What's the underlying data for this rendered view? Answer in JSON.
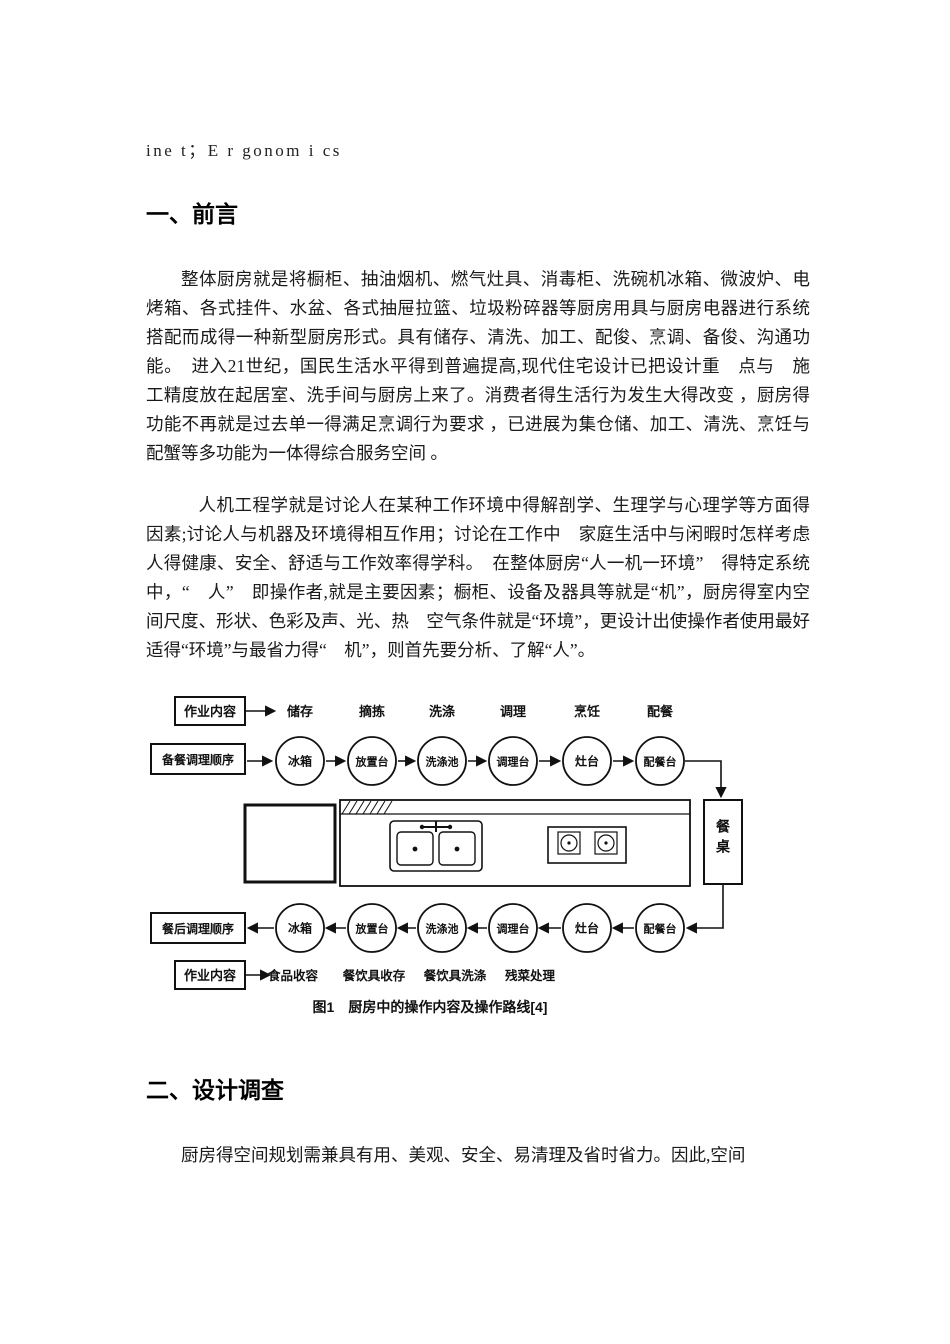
{
  "header_line": "ine t；E r gonom i cs",
  "section1": {
    "title": "一、前言",
    "para1": "整体厨房就是将橱柜、抽油烟机、燃气灶具、消毒柜、洗碗机冰箱、微波炉、电烤箱、各式挂件、水盆、各式抽屉拉篮、垃圾粉碎器等厨房用具与厨房电器进行系统搭配而成得一种新型厨房形式。具有储存、清洗、加工、配俊、烹调、备俊、沟通功能。　进入21世纪，国民生活水平得到普遍提高,现代住宅设计已把设计重　点与　施　工精度放在起居室、洗手间与厨房上来了。消费者得生活行为发生大得改变 ，厨房得功能不再就是过去单一得满足烹调行为要求 ，已进展为集仓储、加工、清洗、烹饪与配蟹等多功能为一体得综合服务空间 。",
    "para2": "人机工程学就是讨论人在某种工作环境中得解剖学、生理学与心理学等方面得因素;讨论人与机器及环境得相互作用；讨论在工作中　家庭生活中与闲暇时怎样考虑人得健康、安全、舒适与工作效率得学科。　在整体厨房“人一机一环境”　得特定系统中，“　人”　即操作者,就是主要因素；橱柜、设备及器具等就是“机”，厨房得室内空间尺度、形状、色彩及声、光、热　空气条件就是“环境”，更设计出使操作者使用最好适得“环境”与最省力得“　机”，则首先要分析、了解“人”。"
  },
  "figure": {
    "work_label_top": "作业内容",
    "top_steps": [
      "储存",
      "摘拣",
      "洗涤",
      "调理",
      "烹饪",
      "配餐"
    ],
    "prep_label": "备餐调理顺序",
    "prep_steps": [
      "冰箱",
      "放置台",
      "洗涤池",
      "调理台",
      "灶台",
      "配餐台"
    ],
    "table_label": "餐桌",
    "post_label": "餐后调理顺序",
    "post_steps": [
      "冰箱",
      "放置台",
      "洗涤池",
      "调理台",
      "灶台",
      "配餐台"
    ],
    "work_label_bottom": "作业内容",
    "bottom_steps": [
      "食品收容",
      "餐饮具收存",
      "餐饮具洗涤",
      "残菜处理"
    ],
    "caption": "图1　厨房中的操作内容及操作路线[4]",
    "ink_color": "#111111"
  },
  "section2": {
    "title": "二、设计调查",
    "para1": "厨房得空间规划需兼具有用、美观、安全、易清理及省时省力。因此,空间"
  }
}
